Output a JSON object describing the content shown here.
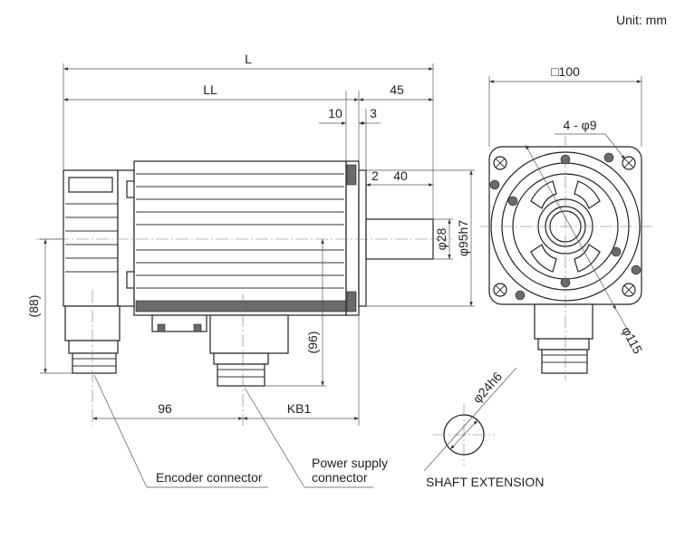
{
  "unit_label": "Unit: mm",
  "dimensions": {
    "overall_length": "L",
    "body_length": "LL",
    "shaft_length": "45",
    "dim_10": "10",
    "dim_3": "3",
    "dim_2": "2",
    "dim_40": "40",
    "shaft_diameter": "φ28",
    "pilot_diameter": "φ95h7",
    "height_88": "(88)",
    "height_96": "(96)",
    "dim_96": "96",
    "kb1": "KB1",
    "flange_square": "□100",
    "bolt_holes": "4 - φ9",
    "pcd": "φ115",
    "shaft_ext_diameter": "φ24h6"
  },
  "labels": {
    "encoder_connector": "Encoder connector",
    "power_connector_line1": "Power supply",
    "power_connector_line2": "connector",
    "shaft_extension": "SHAFT EXTENSION"
  }
}
